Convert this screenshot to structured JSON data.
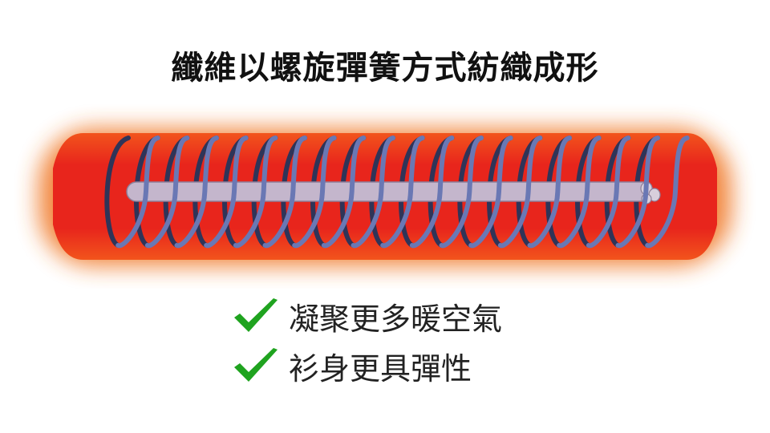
{
  "title": "纖維以螺旋彈簧方式紡織成形",
  "diagram": {
    "glow_color": "#f07a2a",
    "tube_color": "#e8251c",
    "core_color": "#c4b6cc",
    "spring_front_color": "#6a78b4",
    "spring_back_color": "#2f3458",
    "coil_count": 19
  },
  "bullets": [
    {
      "icon": "check-icon",
      "color": "#1fa31f",
      "label": "凝聚更多暖空氣"
    },
    {
      "icon": "check-icon",
      "color": "#1fa31f",
      "label": "衫身更具彈性"
    }
  ]
}
